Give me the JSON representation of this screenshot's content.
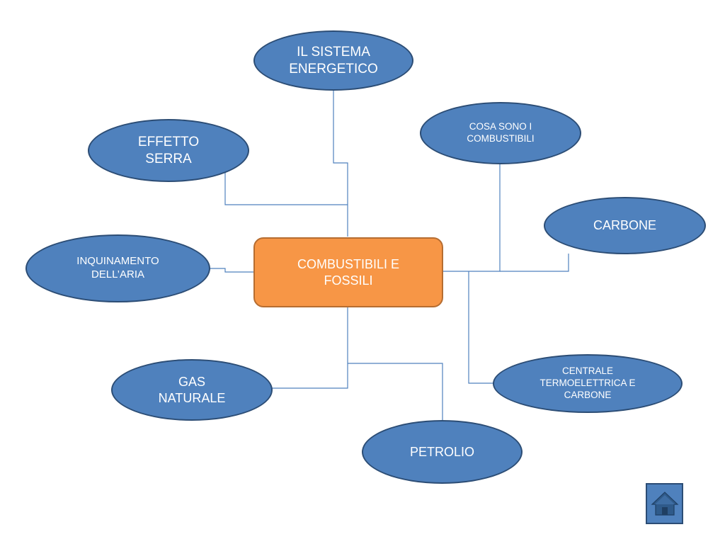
{
  "diagram": {
    "center": {
      "label": "COMBUSTIBILI E\nFOSSILI"
    },
    "nodes": {
      "sistema_energetico": {
        "label": "IL SISTEMA\nENERGETICO"
      },
      "effetto_serra": {
        "label": "EFFETTO\nSERRA"
      },
      "cosa_sono": {
        "label": "COSA SONO I\nCOMBUSTIBILI"
      },
      "carbone": {
        "label": "CARBONE"
      },
      "inquinamento": {
        "label": "INQUINAMENTO\nDELL’ARIA"
      },
      "centrale": {
        "label": "CENTRALE\nTERMOELETTRICA E\nCARBONE"
      },
      "gas_naturale": {
        "label": "GAS\nNATURALE"
      },
      "petrolio": {
        "label": "PETROLIO"
      }
    },
    "colors": {
      "node_fill": "#4f81bd",
      "node_border": "#2c4d75",
      "center_fill": "#f79646",
      "center_border": "#b66d31",
      "connector": "#4f81bd"
    }
  },
  "navigation": {
    "home_icon": "home-icon"
  }
}
